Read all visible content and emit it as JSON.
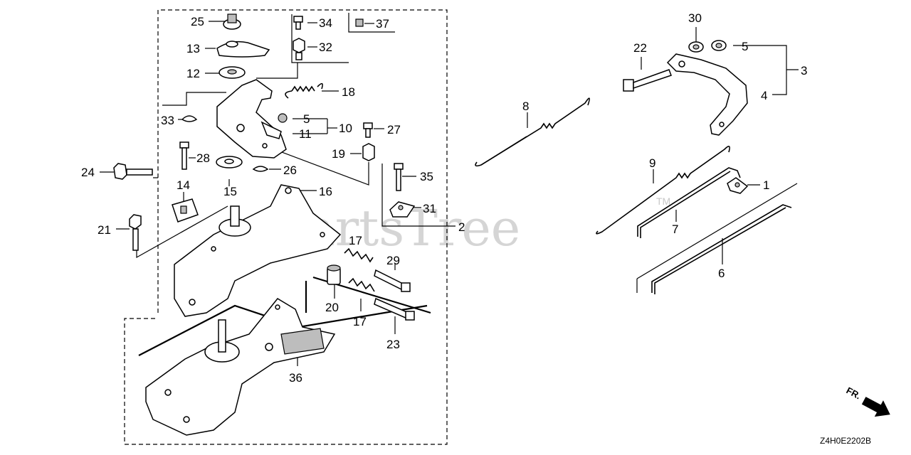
{
  "watermark": {
    "text": "PartsTree",
    "tm": "TM"
  },
  "diagram_code": "Z4H0E2202B",
  "front_indicator": "FR.",
  "callouts": {
    "c1": "1",
    "c2": "2",
    "c3": "3",
    "c4": "4",
    "c5a": "5",
    "c5b": "5",
    "c6": "6",
    "c7": "7",
    "c8": "8",
    "c9": "9",
    "c10": "10",
    "c11": "11",
    "c12": "12",
    "c13": "13",
    "c14": "14",
    "c15": "15",
    "c16": "16",
    "c17a": "17",
    "c17b": "17",
    "c18": "18",
    "c19": "19",
    "c20": "20",
    "c21": "21",
    "c22": "22",
    "c23": "23",
    "c24": "24",
    "c25": "25",
    "c26": "26",
    "c27": "27",
    "c28": "28",
    "c29": "29",
    "c30": "30",
    "c31": "31",
    "c32": "32",
    "c33": "33",
    "c34": "34",
    "c35": "35",
    "c36": "36",
    "c37": "37"
  }
}
